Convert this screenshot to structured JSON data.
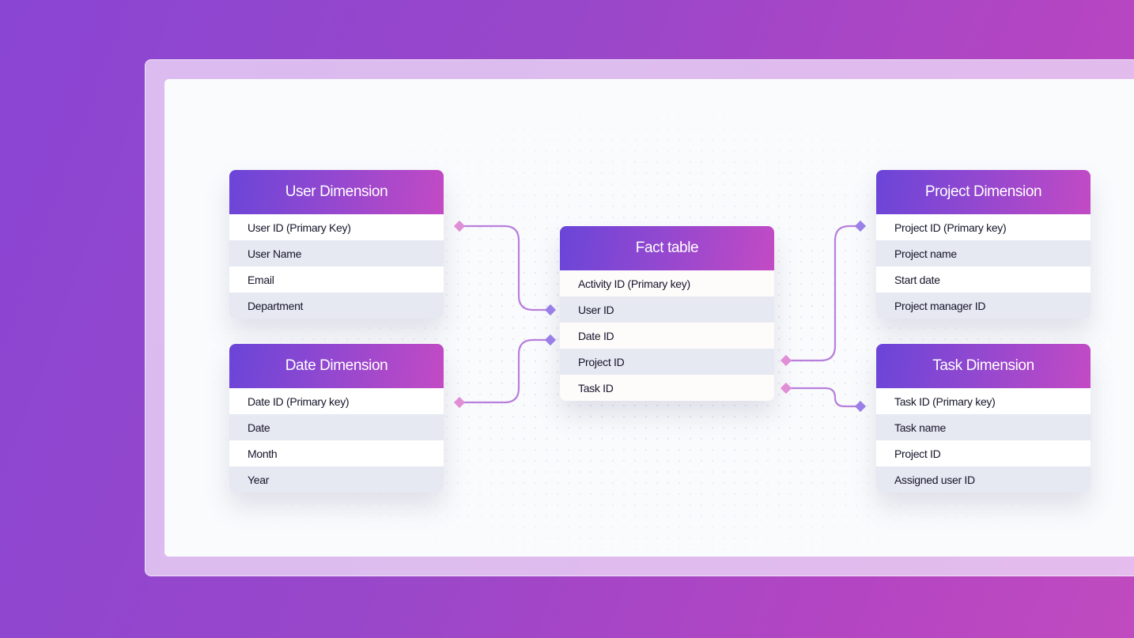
{
  "tables": {
    "user": {
      "title": "User Dimension",
      "rows": [
        "User ID (Primary Key)",
        "User Name",
        "Email",
        "Department"
      ]
    },
    "date": {
      "title": "Date Dimension",
      "rows": [
        "Date ID (Primary key)",
        "Date",
        "Month",
        "Year"
      ]
    },
    "fact": {
      "title": "Fact table",
      "rows": [
        "Activity ID (Primary key)",
        "User ID",
        "Date ID",
        "Project ID",
        "Task ID"
      ]
    },
    "project": {
      "title": "Project Dimension",
      "rows": [
        "Project ID (Primary key)",
        "Project name",
        "Start date",
        "Project manager ID"
      ]
    },
    "task": {
      "title": "Task Dimension",
      "rows": [
        "Task ID (Primary key)",
        "Task name",
        "Project ID",
        "Assigned user ID"
      ]
    }
  },
  "colors": {
    "link": "#b77fdc",
    "diamond_pink": "#e08ed6",
    "diamond_purple": "#9a7fe8"
  }
}
